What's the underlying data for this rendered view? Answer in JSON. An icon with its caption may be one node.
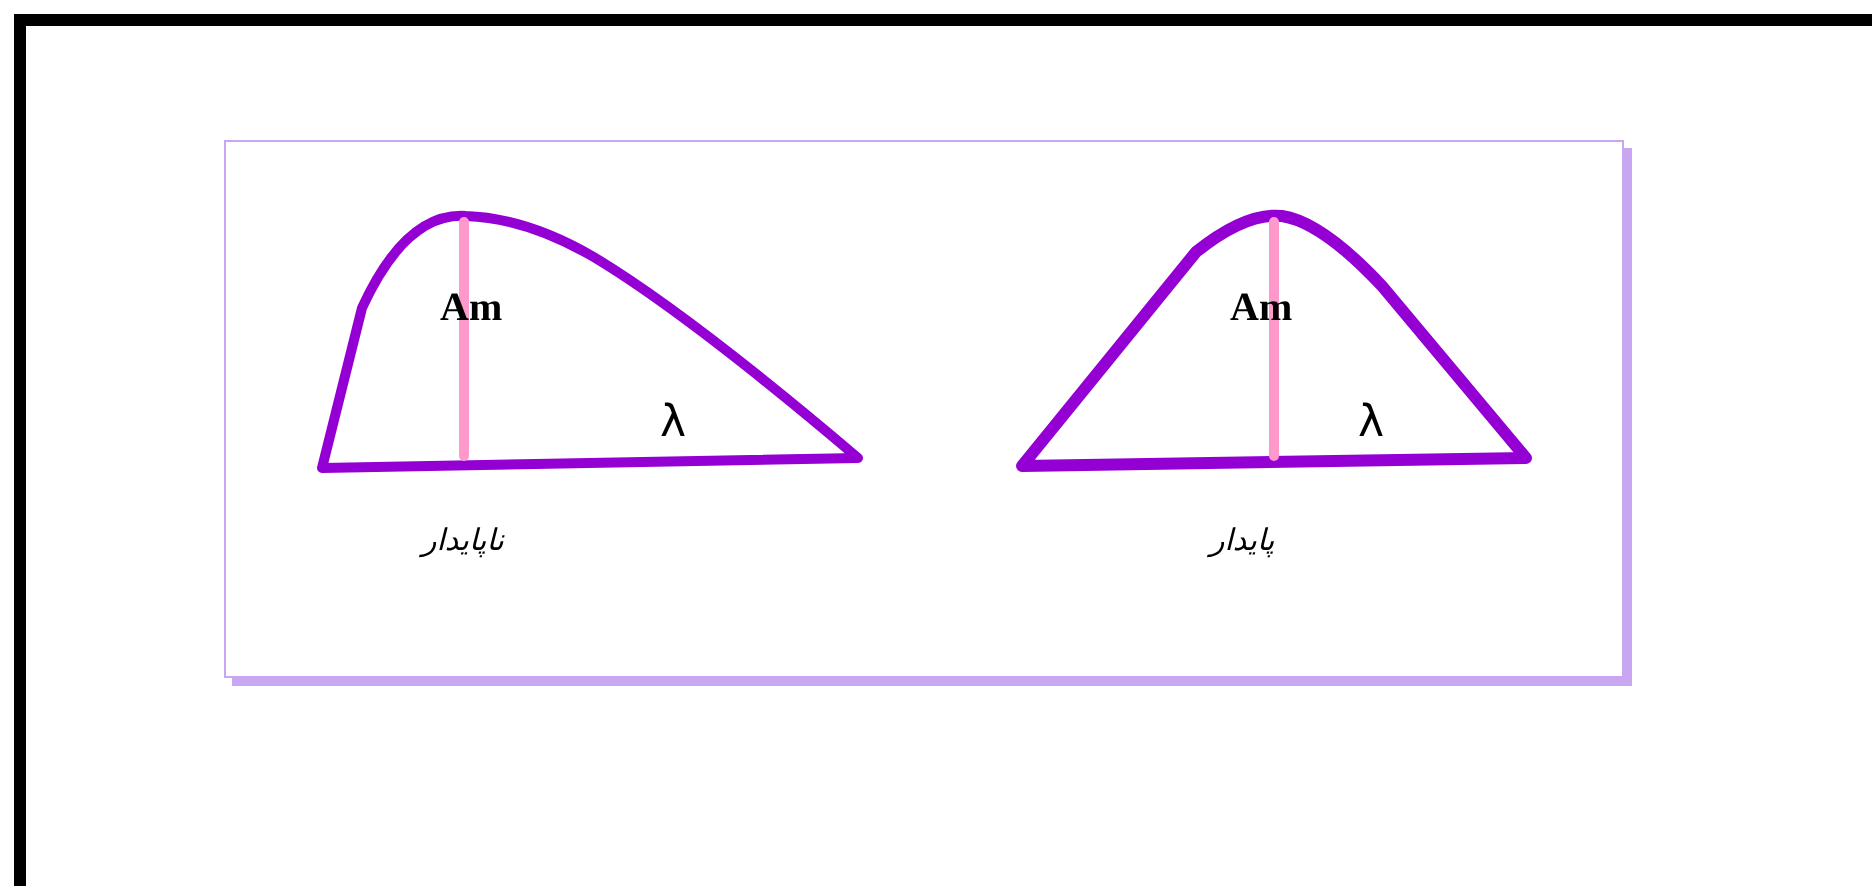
{
  "diagram": {
    "labels": [
      "Am",
      "λ",
      "ناپایدار",
      "Am",
      "λ",
      "پایدار"
    ]
  }
}
